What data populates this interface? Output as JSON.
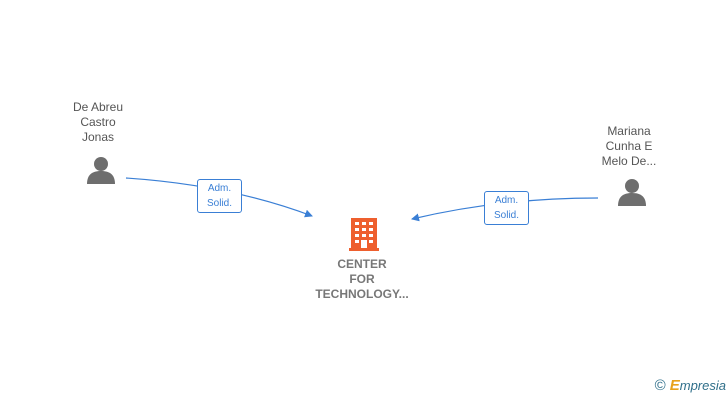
{
  "nodes": {
    "person_left": {
      "lines": [
        "De Abreu",
        "Castro",
        "Jonas"
      ],
      "icon": "person-icon"
    },
    "person_right": {
      "lines": [
        "Mariana",
        "Cunha E",
        "Melo De..."
      ],
      "icon": "person-icon"
    },
    "company": {
      "lines": [
        "CENTER",
        "FOR",
        "TECHNOLOGY..."
      ],
      "icon": "building-icon"
    }
  },
  "edges": {
    "left": {
      "lines": [
        "Adm.",
        "Solid."
      ]
    },
    "right": {
      "lines": [
        "Adm.",
        "Solid."
      ]
    }
  },
  "colors": {
    "edge": "#3a7fd5",
    "person_icon": "#6e6e6e",
    "company_icon": "#ee5f2e"
  },
  "footer": {
    "copyright_symbol": "©",
    "brand_initial": "E",
    "brand_rest": "mpresia"
  }
}
